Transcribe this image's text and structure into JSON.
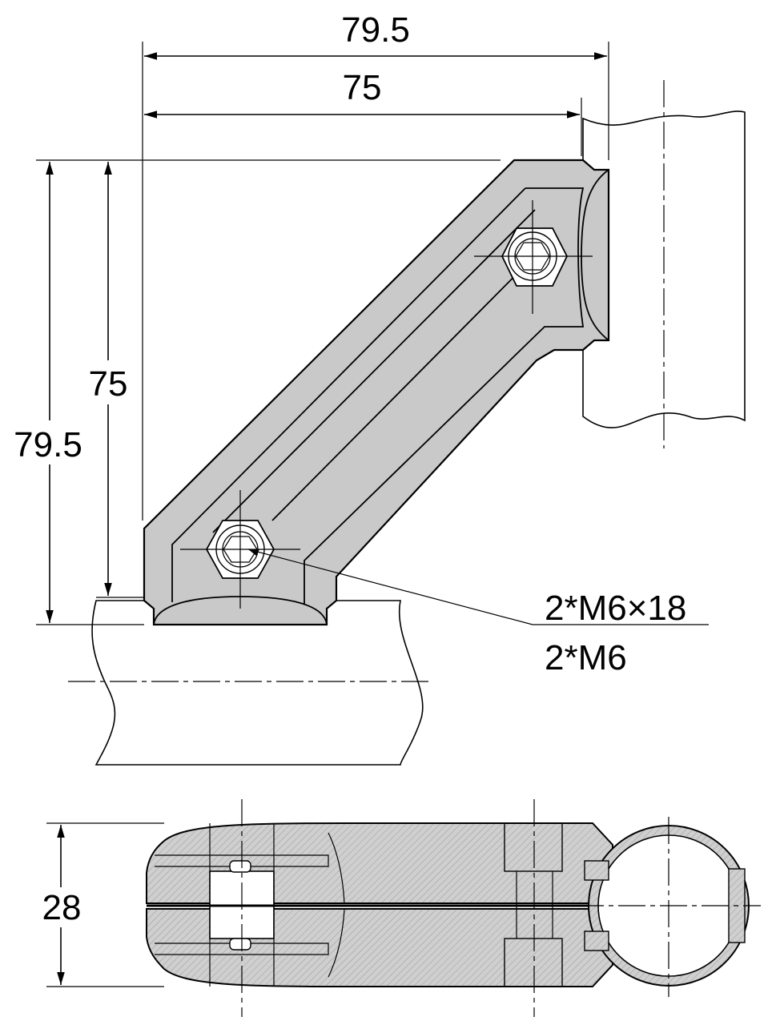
{
  "dimensions": {
    "top_outer": "79.5",
    "top_inner": "75",
    "left_inner": "75",
    "left_outer": "79.5",
    "section_height": "28"
  },
  "callout": {
    "bolt": "2*M6×18",
    "nut": "2*M6"
  },
  "colors": {
    "part_fill": "#c9c9c9",
    "line": "#000000",
    "background": "#ffffff"
  }
}
